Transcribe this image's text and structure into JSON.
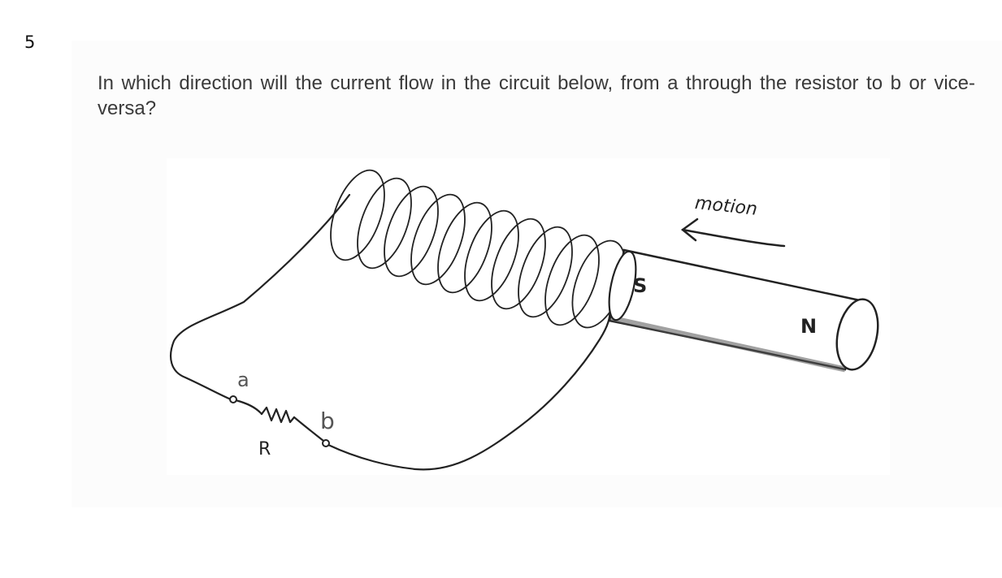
{
  "question_number": "5",
  "question_text": "In which direction will the current flow in the circuit below, from a through the resistor to b or vice-versa?",
  "figure": {
    "motion_label": "motion",
    "magnet_south_label": "S",
    "magnet_north_label": "N",
    "terminal_a_label": "a",
    "terminal_b_label": "b",
    "resistor_label": "R"
  }
}
